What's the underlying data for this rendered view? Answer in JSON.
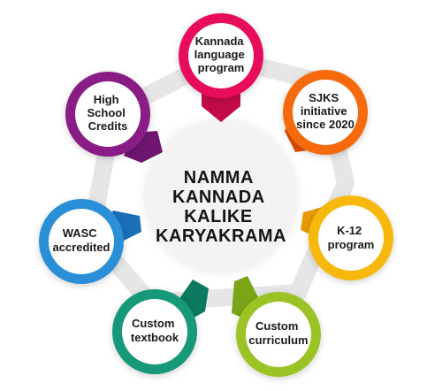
{
  "center": {
    "lines": [
      "NAMMA",
      "KANNADA",
      "KALIKE",
      "KARYAKRAMA"
    ]
  },
  "nodes": [
    {
      "id": "kannada-language-program",
      "lines": [
        "Kannada",
        "language",
        "program"
      ],
      "color": "#e8115b",
      "color_dark": "#c20a48"
    },
    {
      "id": "sjks-initiative",
      "lines": [
        "SJKS",
        "initiative",
        "since 2020"
      ],
      "color": "#f46a10",
      "color_dark": "#e04e06"
    },
    {
      "id": "k12-program",
      "lines": [
        "K-12",
        "program"
      ],
      "color": "#f6b80c",
      "color_dark": "#e69a05"
    },
    {
      "id": "custom-curriculum",
      "lines": [
        "Custom",
        "curriculum"
      ],
      "color": "#9cc326",
      "color_dark": "#7ba516"
    },
    {
      "id": "custom-textbook",
      "lines": [
        "Custom",
        "textbook"
      ],
      "color": "#129879",
      "color_dark": "#0b7a60"
    },
    {
      "id": "wasc-accredited",
      "lines": [
        "WASC",
        "accredited"
      ],
      "color": "#2a8fd6",
      "color_dark": "#1a6fb8"
    },
    {
      "id": "high-school-credits",
      "lines": [
        "High",
        "School",
        "Credits"
      ],
      "color": "#8a1f86",
      "color_dark": "#6e1670"
    }
  ]
}
